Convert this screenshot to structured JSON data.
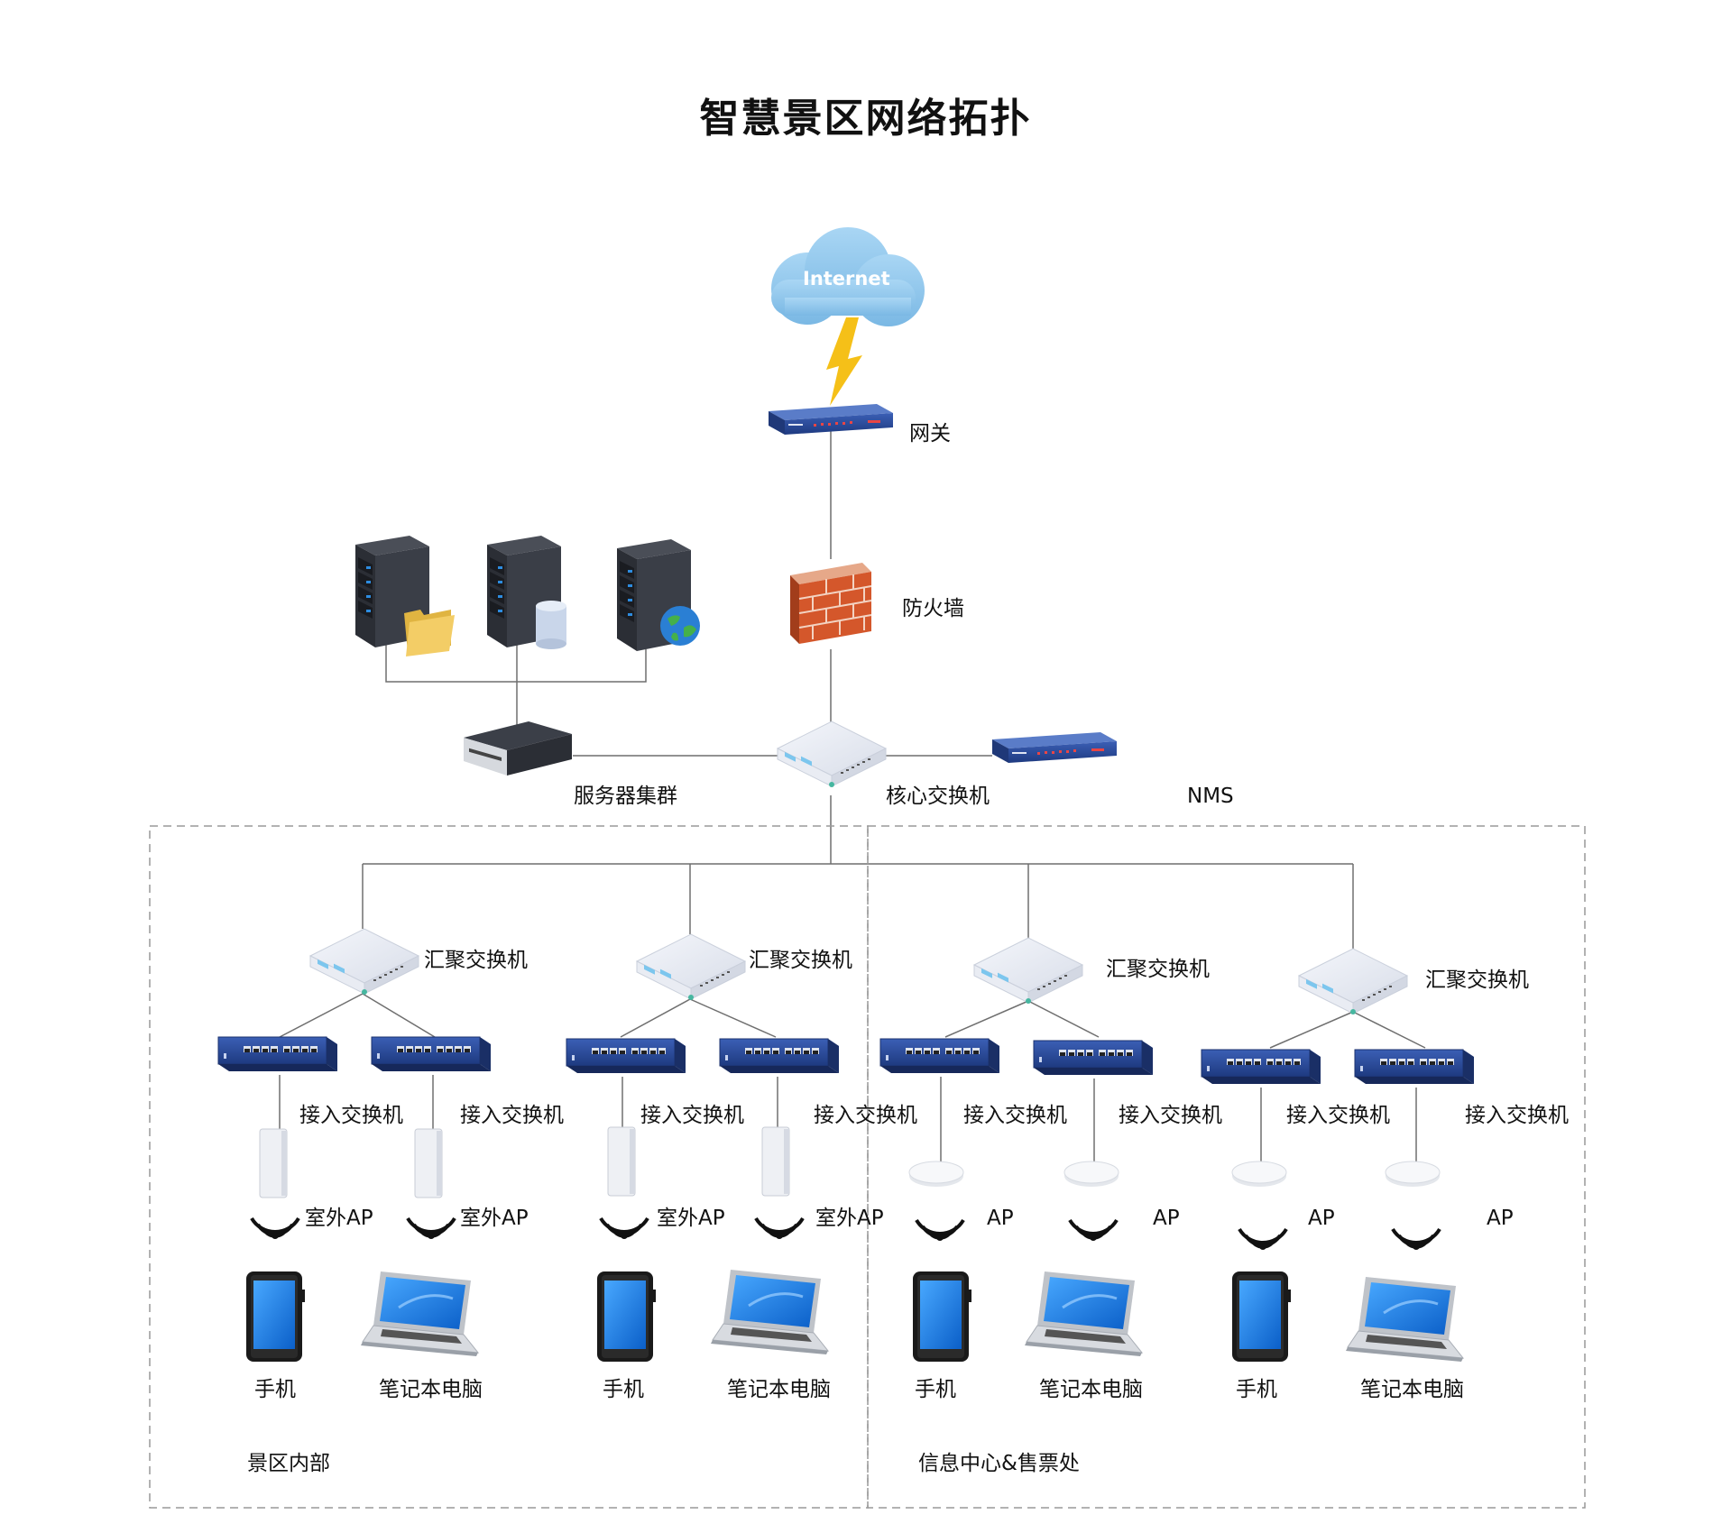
{
  "title": "智慧景区网络拓扑",
  "internet": "Internet",
  "labels": {
    "gateway": "网关",
    "firewall": "防火墙",
    "server_cluster": "服务器集群",
    "core_switch": "核心交换机",
    "nms": "NMS",
    "agg_switch": "汇聚交换机",
    "access_switch": "接入交换机",
    "outdoor_ap": "室外AP",
    "ap": "AP",
    "phone": "手机",
    "laptop": "笔记本电脑",
    "zone_left": "景区内部",
    "zone_right": "信息中心&售票处"
  },
  "colors": {
    "cloud": "#8ec5ea",
    "lightning": "#f5c018",
    "router_blue": "#2a4d9a",
    "firewall_brick": "#d4572b",
    "server_dark": "#333740",
    "line": "#6f6f6f",
    "dashed": "#999999"
  }
}
